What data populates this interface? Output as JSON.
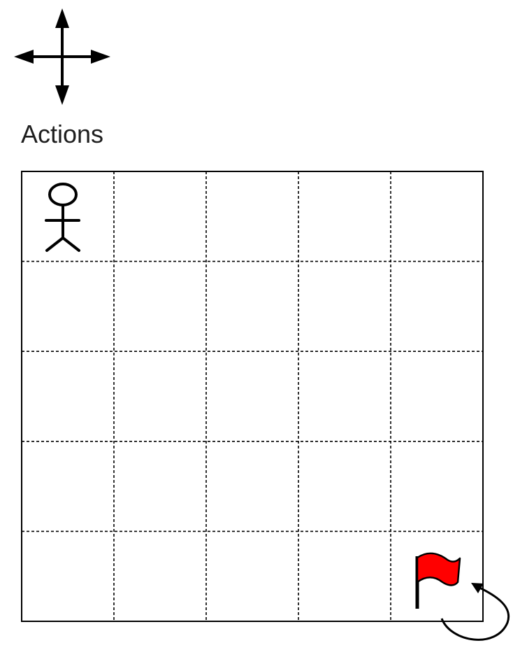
{
  "actions": {
    "label": "Actions",
    "directions": [
      "up",
      "down",
      "left",
      "right"
    ],
    "icon": "four-way-arrows-icon"
  },
  "grid": {
    "rows": 5,
    "cols": 5,
    "cell_border_style": "dashed",
    "outer_border_style": "solid"
  },
  "agent": {
    "icon": "stick-figure-icon",
    "row": 0,
    "col": 0
  },
  "goal": {
    "icon": "flag-icon",
    "row": 4,
    "col": 4,
    "color": "#ff0000",
    "self_loop": true
  },
  "colors": {
    "line": "#000000",
    "flag": "#ff0000",
    "text": "#1e1e1e"
  }
}
